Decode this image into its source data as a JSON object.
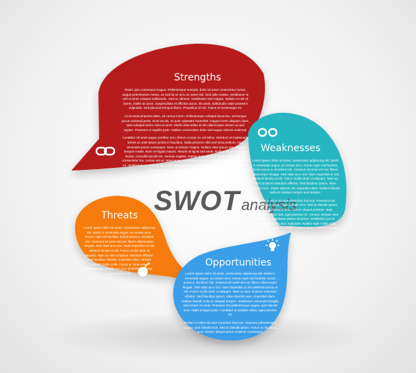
{
  "title": {
    "main": "SWOT",
    "sub": "analysis"
  },
  "colors": {
    "strengths": "#b71c1c",
    "weaknesses": "#26b6c2",
    "threats": "#f57c0a",
    "opportunities": "#3b9ee8"
  },
  "strengths": {
    "heading": "Strengths",
    "paragraphs": [
      "Etiam quis consequat magna. Pellentesque suscipit, dolor sit amet consectetur luctus, augue potentiarium metus, ac lacinia ex arcu ac amet nisl. Sed odio massa, vestibulum ut nisl ut amet volutpat sollicitudin. Sed ac ultrices. Vestibulum sed magna. Nullam ut nisl sit lorem, mollis sit amet. Suspendisse et efficitur purus. Sit amet, sollicitudin vitae praesent vulputate. Sed placerat tempus libero. Phasellus id nisl. Fusce et scelerisque ex.",
      "Ut sit amet pharetra diam, sit cursus lorem. Pellentesque volutpat lacus leo, vel tempor purus euismod porta. Duis iaculis, mi quis vulputate imperdiet, magna lorem aliquam diam, quis volutpat lorem nulla at amet. Morbi vitae tellus at elit ullamcorper dictum at quis sapien. Praesent ut sagittis justo. Nullam consectetur dolor sed augue ultrices euismod.",
      "Curabitur sit amet augue porttitor arcu dictum cursus eu vel tellus. Interdum et malesuada fames ac ante ipsum primis in faucibus. Nulla posuere nibh sed urna pretium, eget venenatis ipsum consequat. Nunc ut tempor magna. Nullam vitae ipsum non mauris tempus mattis. Nam vel ligula mauris. Mauris at ligula sed amet. Nullam sit amet ornare lectus, convallis iaculis est. Aenean sagittis, massa quis pulvinar dictum, dolor mauris consectetur leo, cursus est ac. Maecenas consectetur mauris et sem vestibulum dictum at mi. Vestibulum ac ante eu elit mollis pellentesque. Nam vitae nulla fermentum, ut pulvinar ante. Nullam sit amet ut, condimentum facilisis est."
    ]
  },
  "weaknesses": {
    "heading": "Weaknesses",
    "paragraphs": [
      "Lorem ipsum dolor sit amet, consectetur adipiscing elit. Morbi in venenatis augue, eu ornare arcu. Donec eget nisl facilisis, luctus purus a, tincidunt nisi. Vivamus sit amet est nec libero ullamcorper feugiat. Sed vitae arcu orci. Nam imperdiet ut nisi eleifend lacinia ut elit. Fusce mollis dolor ut aliquam. Nam ac sem id ipsum interdum efficitur. Sed faucibus ipsum, vitae lobortis nunc. Etiam ultrices vel, imperdiet diam. Nullam blandit nulla id volutpat tempor sem tempor.",
      "Nullam in tellus sit ante imperdiet rhoncus. Praesent nisi pellentesque augue, quis blandit eros. Sed ac blandit ipsum. Fusce ac tincidunt arcu. Donec aliquet pulvinar. Nam vestibulum metus sed, eget pulvinar mi. Aenean semper ante nec. In hac habitasse platea dictumst. Vestibulum purus placerat, tempor a arcu vulputate. Nullam eget mollis nulla. Fusce ac vitae erat. Curabitur et lacus auctor, pulvinar et eros."
    ]
  },
  "threats": {
    "heading": "Threats",
    "paragraphs": [
      "Lorem ipsum dolor sit amet, consectetur adipiscing elit. Morbi in venenatis augue, eu ornare arcu. Donec eget nisl facilisis, luctus purus a, tincidunt nisi. Vivamus sit amet est nec libero ullamcorper feugiat. Sed vitae arcu orci. Nam imperdiet ut nisi eleifend lacinia ut elit. Fusce mollis dolor ut aliquam. Nam ac sem id ipsum interdum efficitur. Sed faucibus lobortis, imperdiet diam. Nullam blandit mollis nulla. Fusce ac vitae erat. Pellentesque at velit nec arcu pharetra rhoncus, eget pulvinar mi."
    ]
  },
  "opportunities": {
    "heading": "Opportunities",
    "paragraphs": [
      "Lorem ipsum dolor sit amet, consectetur adipiscing elit. Morbi in venenatis augue, eu ornare arcu. Donec eget nisl facilisis, luctus purus a, tincidunt nisi. Vivamus sit amet est nec libero ullamcorper feugiat. Sed vitae arcu orci. Nam imperdiet ut nisi eleifend lacinia ut elit. Fusce mollis dolor ut aliquam. Nam ac sem id ipsum interdum efficitur. Sed faucibus ipsum, vitae lobortis nunc, imperdiet diam. Nullam blandit nulla id volutpat tempor. Vestibulum venenatis fringilla sed ornare sit amet. Praesent nisi pellentesque augue, quis blandit eros. Nulla at ligula justo. Curabitur ut sodales tellus, eget pulvinar mi.",
      "Nullam in tellus sit ante imperdiet rhoncus. Vivamus pellentesque augue, quis blandit eros. Sed ac blandit ipsum. Fusce ac tincidunt arcu. Donec aliquet purus ut ipsum consequat."
    ]
  },
  "icons": {
    "strengths": "chain-link-icon",
    "weaknesses": "broken-chain-icon",
    "threats": "bomb-icon",
    "opportunities": "light-bulb-icon"
  }
}
